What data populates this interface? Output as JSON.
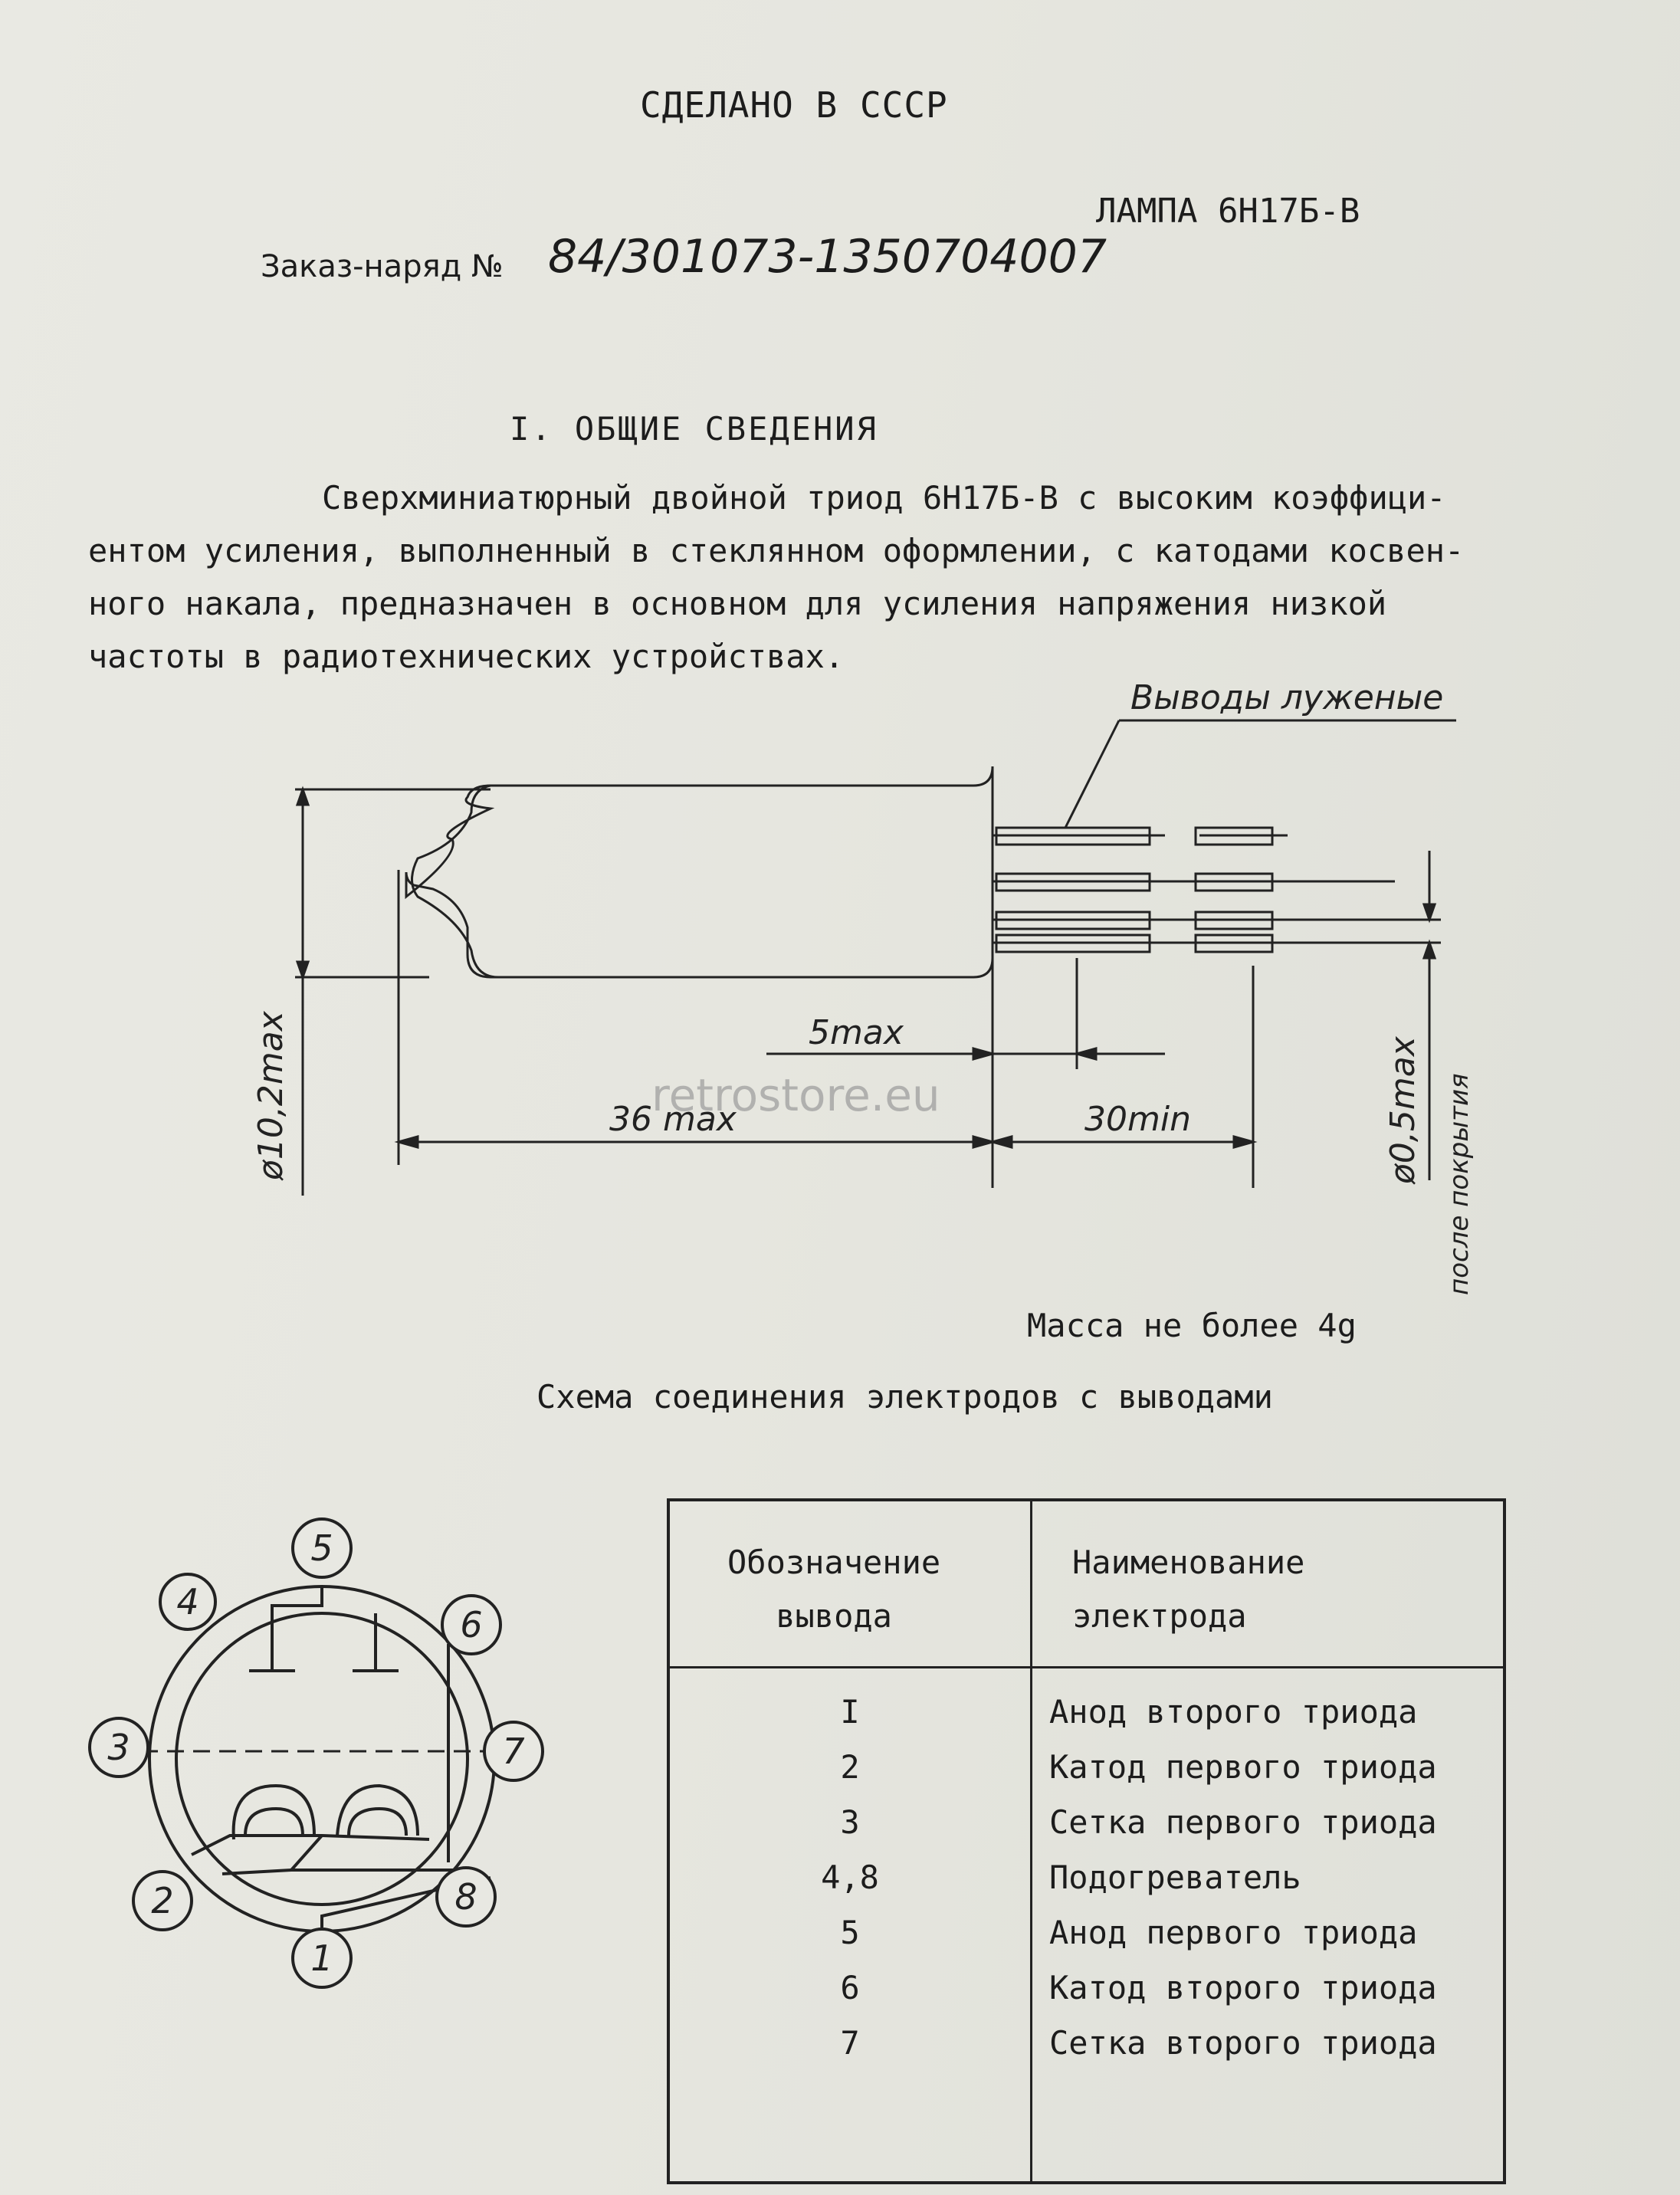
{
  "header": {
    "made_in": "СДЕЛАНО В СССР",
    "lamp_title": "ЛАМПА 6Н17Б-В",
    "order_label": "Заказ-наряд №",
    "order_number": "84/301073-1350704007"
  },
  "section": {
    "title": "I. ОБЩИЕ  СВЕДЕНИЯ"
  },
  "description": {
    "lines": [
      "Сверхминиатюрный двойной триод 6Н17Б-В  с высоким коэффици-",
      "ентом усиления, выполненный в стеклянном оформлении, с катодами косвен-",
      "ного накала, предназначен в основном  для усиления напряжения низкой",
      "частоты в радиотехнических  устройствах."
    ]
  },
  "drawing": {
    "leads_note": "Выводы луженые",
    "dim_diameter": "ø10,2max",
    "dim_length": "36 max",
    "dim_5": "5max",
    "dim_30": "30min",
    "dim_lead_diam": "ø0,5max",
    "dim_lead_note": "после покрытия"
  },
  "mass": "Масса  не более  4g",
  "scheme_title": "Схема  соединения  электродов  с выводами",
  "pin_diagram": {
    "pins": [
      "1",
      "2",
      "3",
      "4",
      "5",
      "6",
      "7",
      "8"
    ]
  },
  "table": {
    "header_col1_line1": "Обозначение",
    "header_col1_line2": "вывода",
    "header_col2_line1": "Наименование",
    "header_col2_line2": "электрода",
    "rows": [
      {
        "pin": "I",
        "name": "Анод второго триода"
      },
      {
        "pin": "2",
        "name": "Катод первого триода"
      },
      {
        "pin": "3",
        "name": "Сетка первого триода"
      },
      {
        "pin": "4,8",
        "name": "Подогреватель"
      },
      {
        "pin": "5",
        "name": "Анод первого триода"
      },
      {
        "pin": "6",
        "name": "Катод второго триода"
      },
      {
        "pin": "7",
        "name": "Сетка второго триода"
      }
    ]
  },
  "watermark": "retrostore.eu"
}
